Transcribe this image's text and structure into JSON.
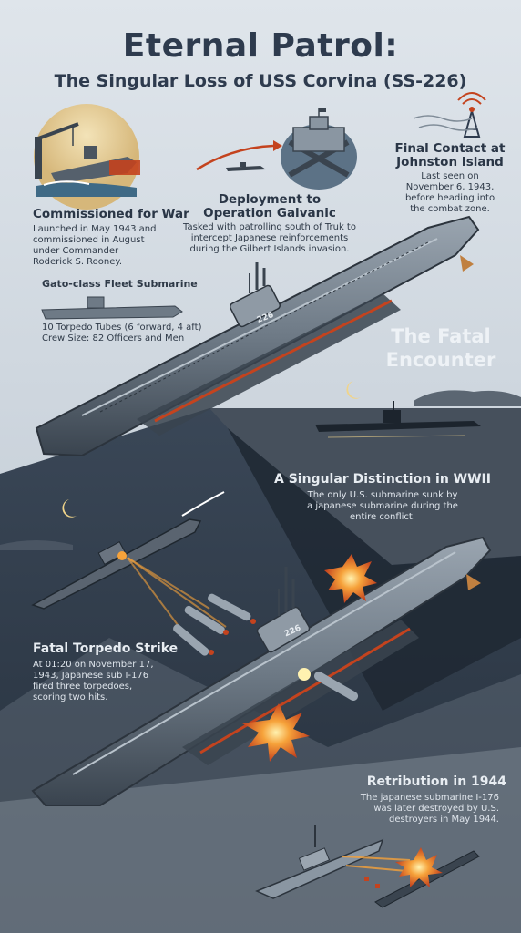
{
  "header": {
    "title": "Eternal Patrol:",
    "subtitle": "The Singular Loss of USS Corvina (SS-226)"
  },
  "sections": {
    "commissioned": {
      "heading": "Commissioned for War",
      "body": [
        "Launched in May 1943 and",
        "commissioned in August",
        "under Commander",
        "Roderick S. Rooney."
      ]
    },
    "deployment": {
      "heading": [
        "Deployment to",
        "Operation Galvanic"
      ],
      "body": [
        "Tasked with patrolling south of Truk to",
        "intercept Japanese reinforcements",
        "during the Gilbert Islands invasion."
      ]
    },
    "final_contact": {
      "heading": [
        "Final Contact at",
        "Johnston Island"
      ],
      "body": [
        "Last seen on",
        "November 6, 1943,",
        "before heading into",
        "the combat zone."
      ]
    },
    "specs": {
      "heading": "Gato-class Fleet Submarine",
      "body": [
        "10 Torpedo Tubes (6 forward, 4 aft)",
        "Crew Size: 82 Officers and Men"
      ]
    },
    "fatal_encounter": {
      "heading": [
        "The Fatal",
        "Encounter"
      ]
    },
    "distinction": {
      "heading": "A Singular Distinction in WWII",
      "body": [
        "The only U.S. submarine sunk by",
        "a japanese submarine during the",
        "entire conflict."
      ]
    },
    "torpedo": {
      "heading": "Fatal Torpedo Strike",
      "body": [
        "At 01:20 on November 17,",
        "1943, Japanese sub I-176",
        "fired three torpedoes,",
        "scoring two hits."
      ]
    },
    "retribution": {
      "heading": "Retribution in 1944",
      "body": [
        "The japanese submarine I-176",
        "was later destroyed by U.S.",
        "destroyers in May 1944."
      ]
    }
  },
  "hull": {
    "number": "226"
  },
  "colors": {
    "sky_top": "#d7dee5",
    "sky_bottom": "#b9c4cf",
    "night_sea": "#2b3846",
    "hull_gray": "#7b8794",
    "hull_dark": "#3b4550",
    "accent_red": "#c4431e",
    "explosion": "#f08a2c",
    "moon": "#f0d48a"
  }
}
